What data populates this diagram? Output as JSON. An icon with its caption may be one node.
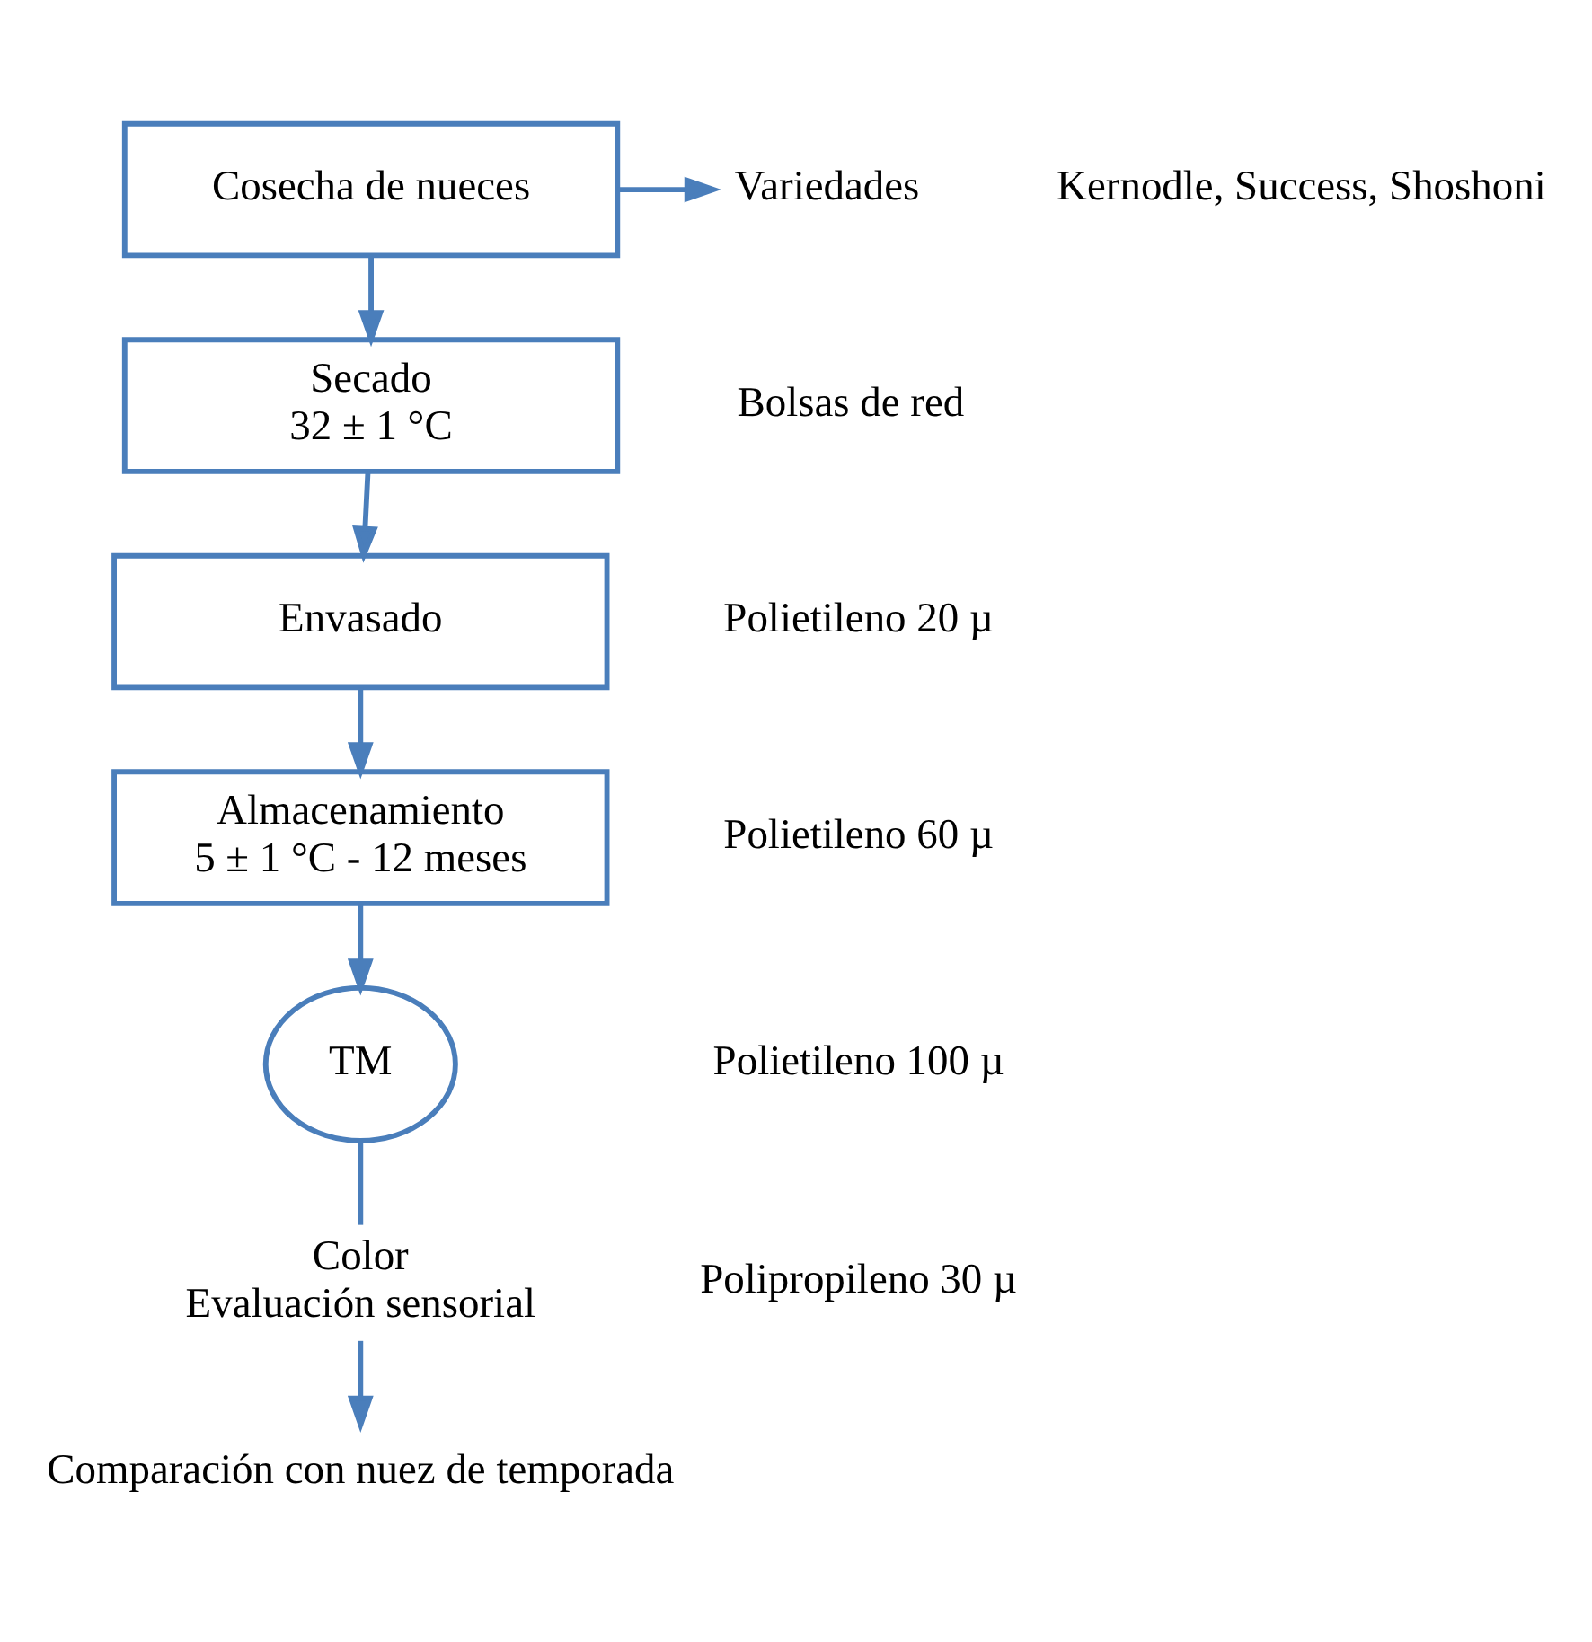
{
  "diagram": {
    "nodes": [
      {
        "text": [
          "Cosecha de nueces"
        ]
      },
      {
        "text": [
          "Variedades"
        ]
      },
      {
        "text": [
          "Secado",
          "32 ± 1 °C"
        ]
      },
      {
        "text": [
          "Envasado"
        ]
      },
      {
        "text": [
          "Almacenamiento",
          "5 ± 1 °C - 12 meses"
        ]
      },
      {
        "text": [
          "TM"
        ]
      },
      {
        "text": [
          "Color",
          "Evaluación sensorial"
        ]
      },
      {
        "text": [
          "Comparación con nuez de temporada"
        ]
      }
    ],
    "edges": [
      {
        "from": 0,
        "to": 1,
        "arrow": "to"
      },
      {
        "from": 0,
        "to": 2,
        "arrow": "to"
      },
      {
        "from": 2,
        "to": 3,
        "arrow": "to"
      },
      {
        "from": 3,
        "to": 4,
        "arrow": "to"
      },
      {
        "from": 4,
        "to": 5,
        "arrow": "to"
      },
      {
        "from": 5,
        "to": 6,
        "arrow": "none"
      },
      {
        "from": 6,
        "to": 7,
        "arrow": "to"
      }
    ],
    "labels": [
      "Kernodle, Success, Shoshoni",
      "Bolsas de red",
      "Polietileno 20 µ",
      "Polietileno 60 µ",
      "Polietileno 100 µ",
      "Polipropileno 30 µ"
    ]
  }
}
